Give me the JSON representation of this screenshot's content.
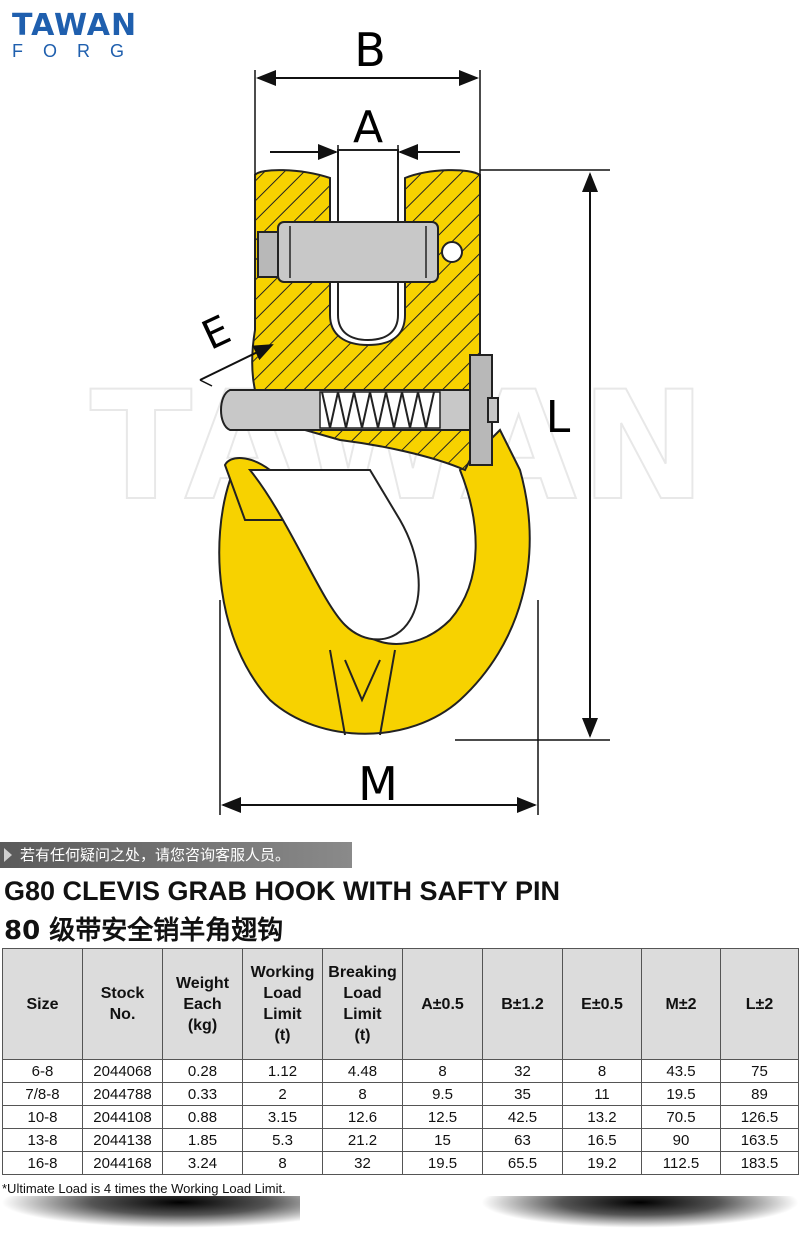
{
  "logo": {
    "top": "TAWAN",
    "bottom": "FORG"
  },
  "watermark": "TAWAN",
  "diagram_labels": {
    "b": "B",
    "a": "A",
    "e": "E",
    "l": "L",
    "m": "M"
  },
  "colors": {
    "hook_yellow": "#f7d200",
    "steel_gray": "#b8b8b8",
    "brand_blue": "#1f5fae",
    "header_gray": "#dcdcdc"
  },
  "notice": "若有任何疑问之处，请您咨询客服人员。",
  "title_en": "G80 CLEVIS GRAB HOOK WITH SAFTY PIN",
  "title_cn": "80 级带安全销羊角翅钩",
  "table": {
    "headers": [
      [
        "Size"
      ],
      [
        "Stock",
        "No."
      ],
      [
        "Weight",
        "Each",
        "(kg)"
      ],
      [
        "Working",
        "Load",
        "Limit",
        "(t)"
      ],
      [
        "Breaking",
        "Load",
        "Limit",
        "(t)"
      ],
      [
        "A±0.5"
      ],
      [
        "B±1.2"
      ],
      [
        "E±0.5"
      ],
      [
        "M±2"
      ],
      [
        "L±2"
      ]
    ],
    "rows": [
      [
        "6-8",
        "2044068",
        "0.28",
        "1.12",
        "4.48",
        "8",
        "32",
        "8",
        "43.5",
        "75"
      ],
      [
        "7/8-8",
        "2044788",
        "0.33",
        "2",
        "8",
        "9.5",
        "35",
        "11",
        "19.5",
        "89"
      ],
      [
        "10-8",
        "2044108",
        "0.88",
        "3.15",
        "12.6",
        "12.5",
        "42.5",
        "13.2",
        "70.5",
        "126.5"
      ],
      [
        "13-8",
        "2044138",
        "1.85",
        "5.3",
        "21.2",
        "15",
        "63",
        "16.5",
        "90",
        "163.5"
      ],
      [
        "16-8",
        "2044168",
        "3.24",
        "8",
        "32",
        "19.5",
        "65.5",
        "19.2",
        "112.5",
        "183.5"
      ]
    ]
  },
  "footnote": "*Ultimate Load is 4 times the Working Load Limit."
}
